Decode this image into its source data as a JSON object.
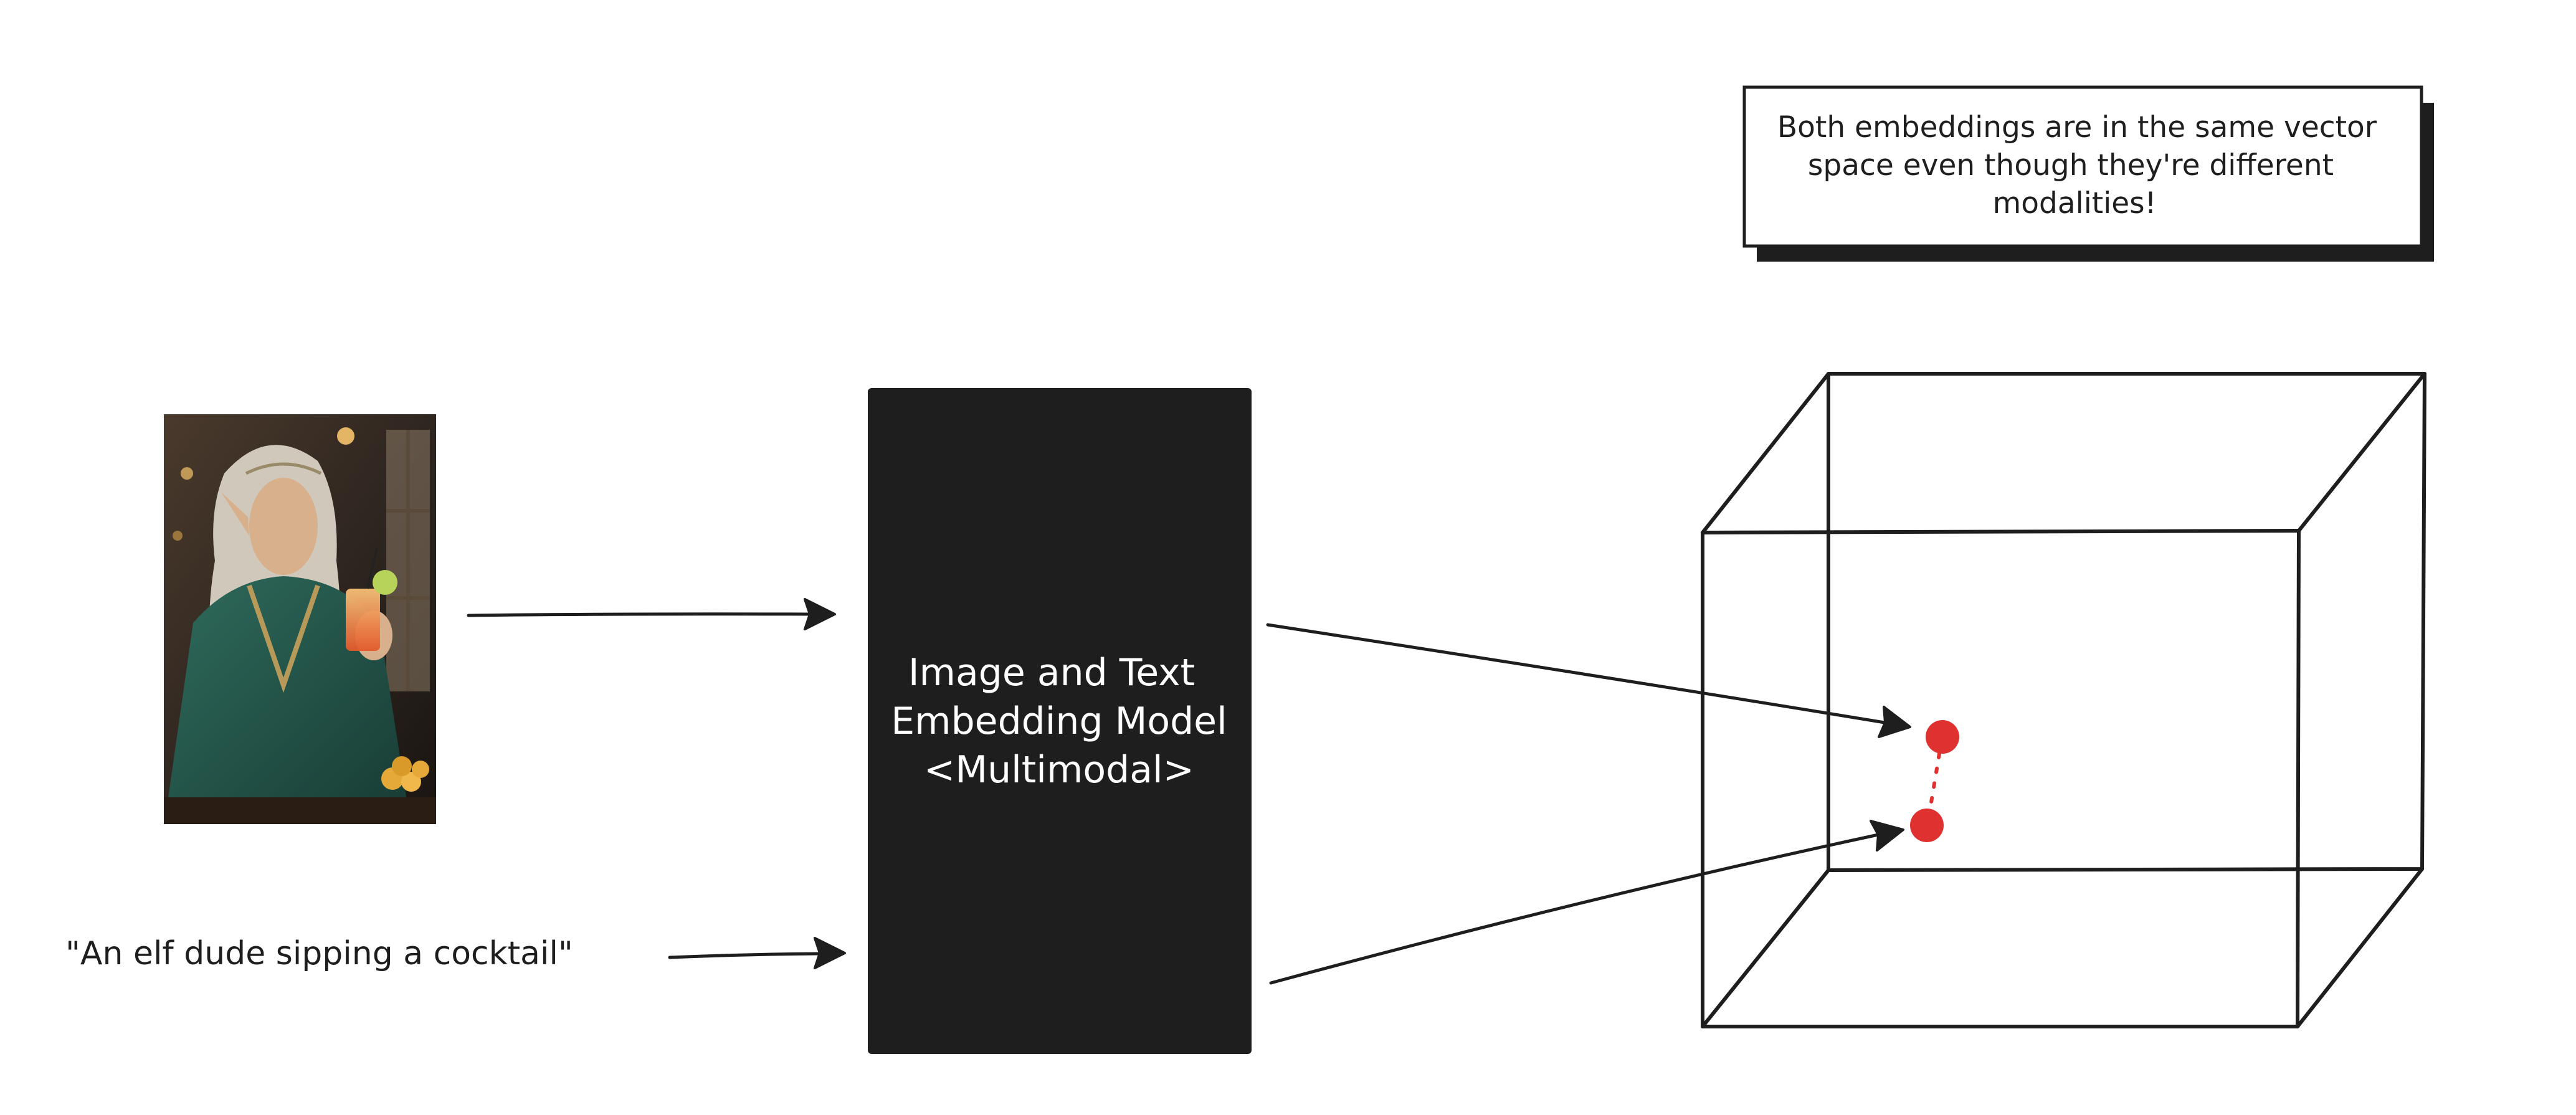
{
  "input_image": {
    "icon": "elf-portrait-image"
  },
  "input_text": {
    "caption": "\"An elf dude sipping a cocktail\""
  },
  "model_box": {
    "lines": [
      "Image and Text",
      "Embedding Model",
      "<Multimodal>"
    ]
  },
  "note": {
    "lines": [
      "Both embeddings are in the same vector",
      "space even though they're different",
      "modalities!"
    ]
  },
  "vector_space": {
    "icon": "3d-cube-icon",
    "points": [
      "image-embedding",
      "text-embedding"
    ],
    "point_color": "#e03131"
  },
  "colors": {
    "ink": "#1e1e1e",
    "box_fill": "#1e1e1e",
    "point": "#e03131"
  }
}
